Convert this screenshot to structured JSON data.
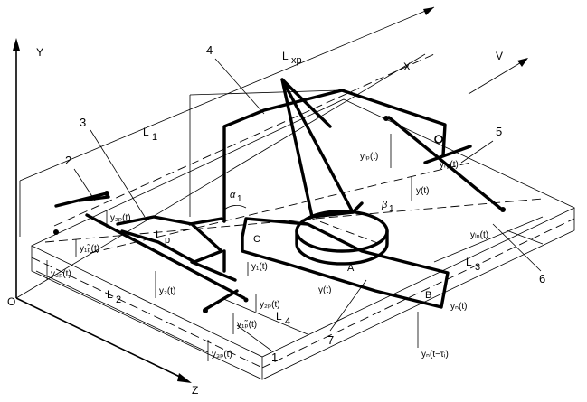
{
  "axes": {
    "y": "Y",
    "x": "X",
    "z": "Z",
    "origin": "O",
    "velocity": "V"
  },
  "dimensions": {
    "lxp_main": "L",
    "lxp_sub": "xp",
    "l1_main": "L",
    "l1_sub": "1",
    "l2_main": "L",
    "l2_sub": "2",
    "l3_main": "L",
    "l3_sub": "3",
    "l4_main": "L",
    "l4_sub": "4",
    "lp_main": "L",
    "lp_sub": "p"
  },
  "callouts": [
    "1",
    "2",
    "3",
    "4",
    "5",
    "6",
    "7"
  ],
  "points": {
    "a": "A",
    "b": "B",
    "c": "C"
  },
  "angles": {
    "alpha_main": "α",
    "alpha_sub": "1",
    "beta_main": "β",
    "beta_sub": "1"
  },
  "signals": {
    "y2p": "y₂ₚ(t)",
    "y1pb": "y₁ₚ̃(t)",
    "y3p": "y₃ₚ(t)",
    "y2": "y₂(t)",
    "y1": "y₁(t)",
    "y2p_right": "y₂ₚ(t)",
    "y1pb_bottom": "y₁ₚ̃(t)",
    "y3p_bottom": "y₃ₚ(t)",
    "y_mid": "y(t)",
    "yn": "yₙ(t)",
    "yn_delay": "yₙ(t−τᵢ)",
    "ylp": "yₗₚ(t)",
    "y_right": "y(t)",
    "yln": "yₗₙ(t)",
    "yrn": "yᵣₙ(t)"
  }
}
